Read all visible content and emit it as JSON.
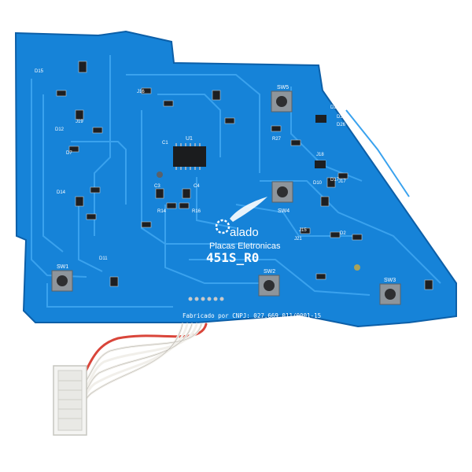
{
  "board": {
    "brand": "alado",
    "company": "Placas Eletronicas",
    "model": "451S_R0",
    "fabricado": "Fabricado por CNPJ: 027.669.011/0001-15"
  },
  "switches": [
    "SW1",
    "SW2",
    "SW3",
    "SW4",
    "SW5"
  ],
  "chip": "U1",
  "labels": [
    "C1",
    "C3",
    "C4",
    "R14",
    "R16",
    "J15",
    "J16",
    "J17",
    "J18",
    "J19",
    "J21",
    "D2",
    "D3",
    "D7",
    "D10",
    "D11",
    "D12",
    "D14",
    "D15",
    "D17",
    "D25",
    "D26",
    "R27"
  ],
  "colors": {
    "pcb": "#1683d8",
    "pcb_edge": "#0c5fa8",
    "trace": "#3aa2ee",
    "silk": "#ffffff",
    "wire_red": "#d9453a",
    "wire_white": "#f1efea"
  }
}
